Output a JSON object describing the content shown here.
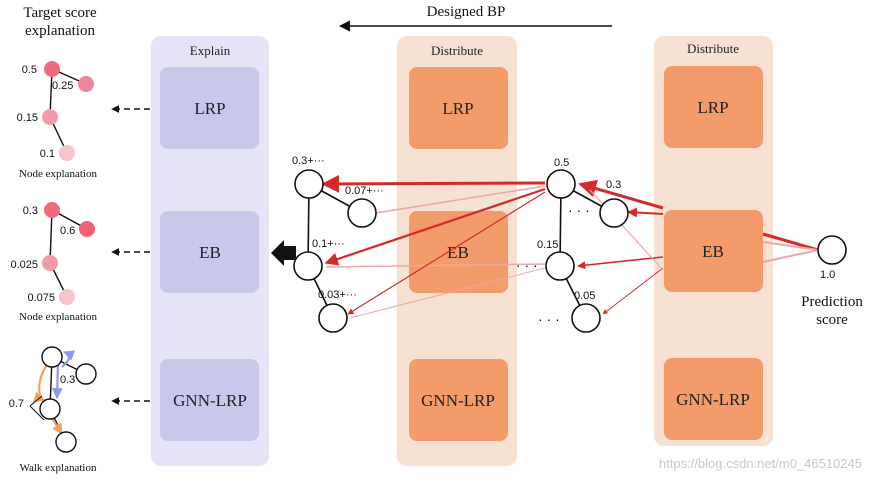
{
  "colors": {
    "explain_panel": "#e5e4f6",
    "explain_box": "#c9c8ea",
    "distribute_panel": "#f6e1d3",
    "distribute_box": "#f39b6a",
    "arrow_red": "#d32a2a",
    "arrow_light": "#efa6a6",
    "node_dark": "#ef6b7f",
    "node_mid": "#f49bab",
    "node_light": "#f7c3cd",
    "walk_blue": "#8f9be0",
    "walk_orange": "#f5a05a"
  },
  "header": {
    "target_title_line1": "Target score",
    "target_title_line2": "explanation",
    "designed_bp": "Designed BP"
  },
  "panels": {
    "explain": {
      "title": "Explain",
      "boxes": [
        "LRP",
        "EB",
        "GNN-LRP"
      ]
    },
    "distribute_mid": {
      "title": "Distribute",
      "boxes": [
        "LRP",
        "EB",
        "GNN-LRP"
      ]
    },
    "distribute_right": {
      "title": "Distribute",
      "boxes": [
        "LRP",
        "EB",
        "GNN-LRP"
      ]
    }
  },
  "explanations": {
    "node1": {
      "values": [
        "0.5",
        "0.25",
        "0.15",
        "0.1"
      ],
      "caption": "Node explanation"
    },
    "node2": {
      "values": [
        "0.3",
        "0.6",
        "0.025",
        "0.075"
      ],
      "caption": "Node explanation"
    },
    "walk": {
      "values": [
        "0.7",
        "0.3"
      ],
      "caption": "Walk explanation"
    }
  },
  "graph_mid": {
    "labels": [
      "0.3+···",
      "0.07+···",
      "0.1+···",
      "0.03+···"
    ]
  },
  "graph_right": {
    "labels": [
      "0.5",
      "0.3",
      "0.15",
      "0.05"
    ],
    "ellipses": [
      "· · ·",
      "· · ·",
      "· · ·"
    ]
  },
  "prediction": {
    "value": "1.0",
    "label_line1": "Prediction",
    "label_line2": "score"
  },
  "watermark": "https://blog.csdn.net/m0_46510245"
}
